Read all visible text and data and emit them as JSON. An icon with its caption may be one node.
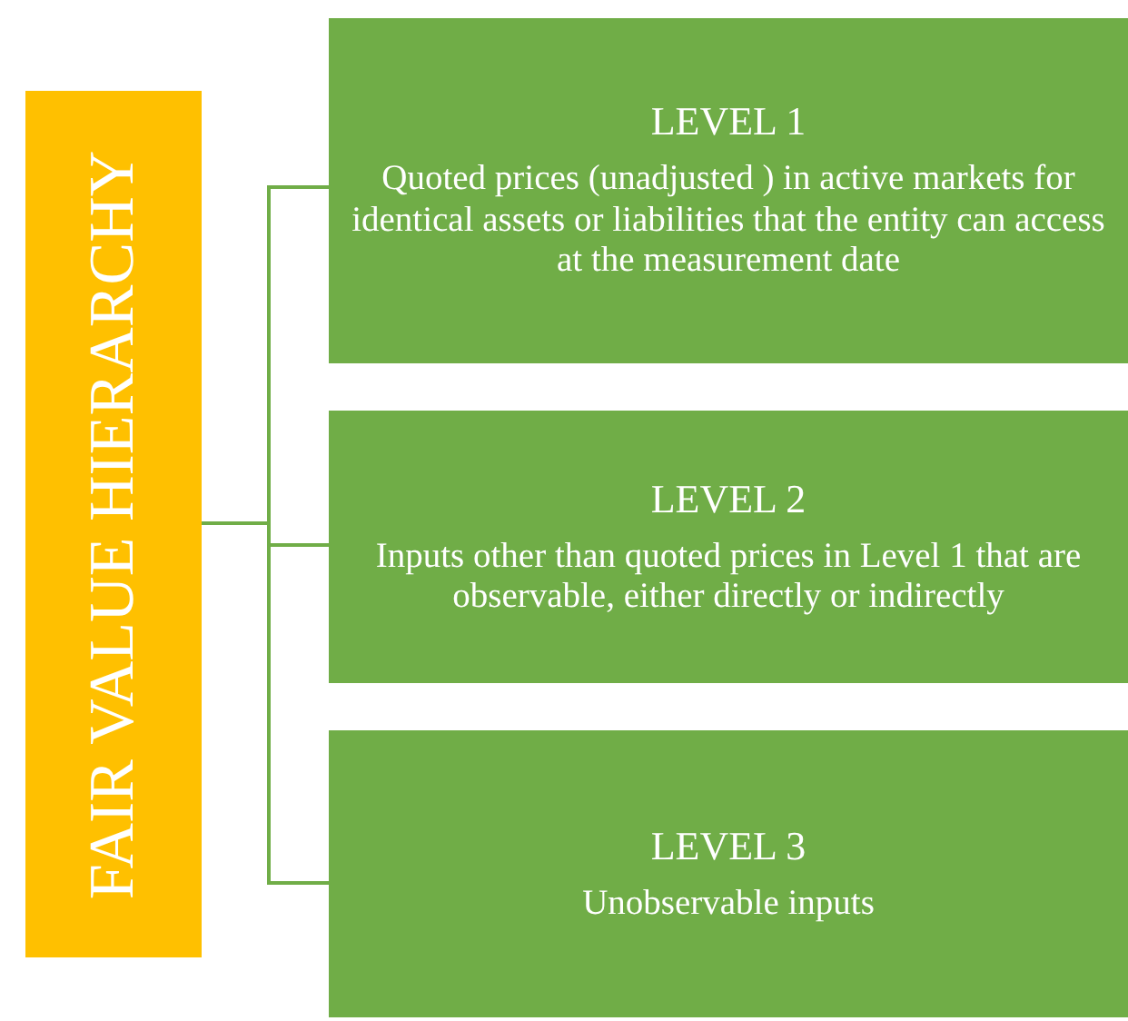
{
  "diagram": {
    "nodes": [
      {
        "text": [
          "FAIR VALUE HIERARCHY"
        ]
      },
      {
        "text": [
          "LEVEL 1",
          "Quoted prices (unadjusted ) in active markets for identical assets or liabilities that the entity can access at the measurement date"
        ]
      },
      {
        "text": [
          "LEVEL 2",
          "Inputs other than quoted prices in Level 1 that are observable, either directly or indirectly"
        ]
      },
      {
        "text": [
          "LEVEL 3",
          "Unobservable inputs"
        ]
      }
    ],
    "edges": [
      {
        "from": 0,
        "to": 1,
        "arrow": "none"
      },
      {
        "from": 0,
        "to": 2,
        "arrow": "none"
      },
      {
        "from": 0,
        "to": 3,
        "arrow": "none"
      }
    ]
  }
}
